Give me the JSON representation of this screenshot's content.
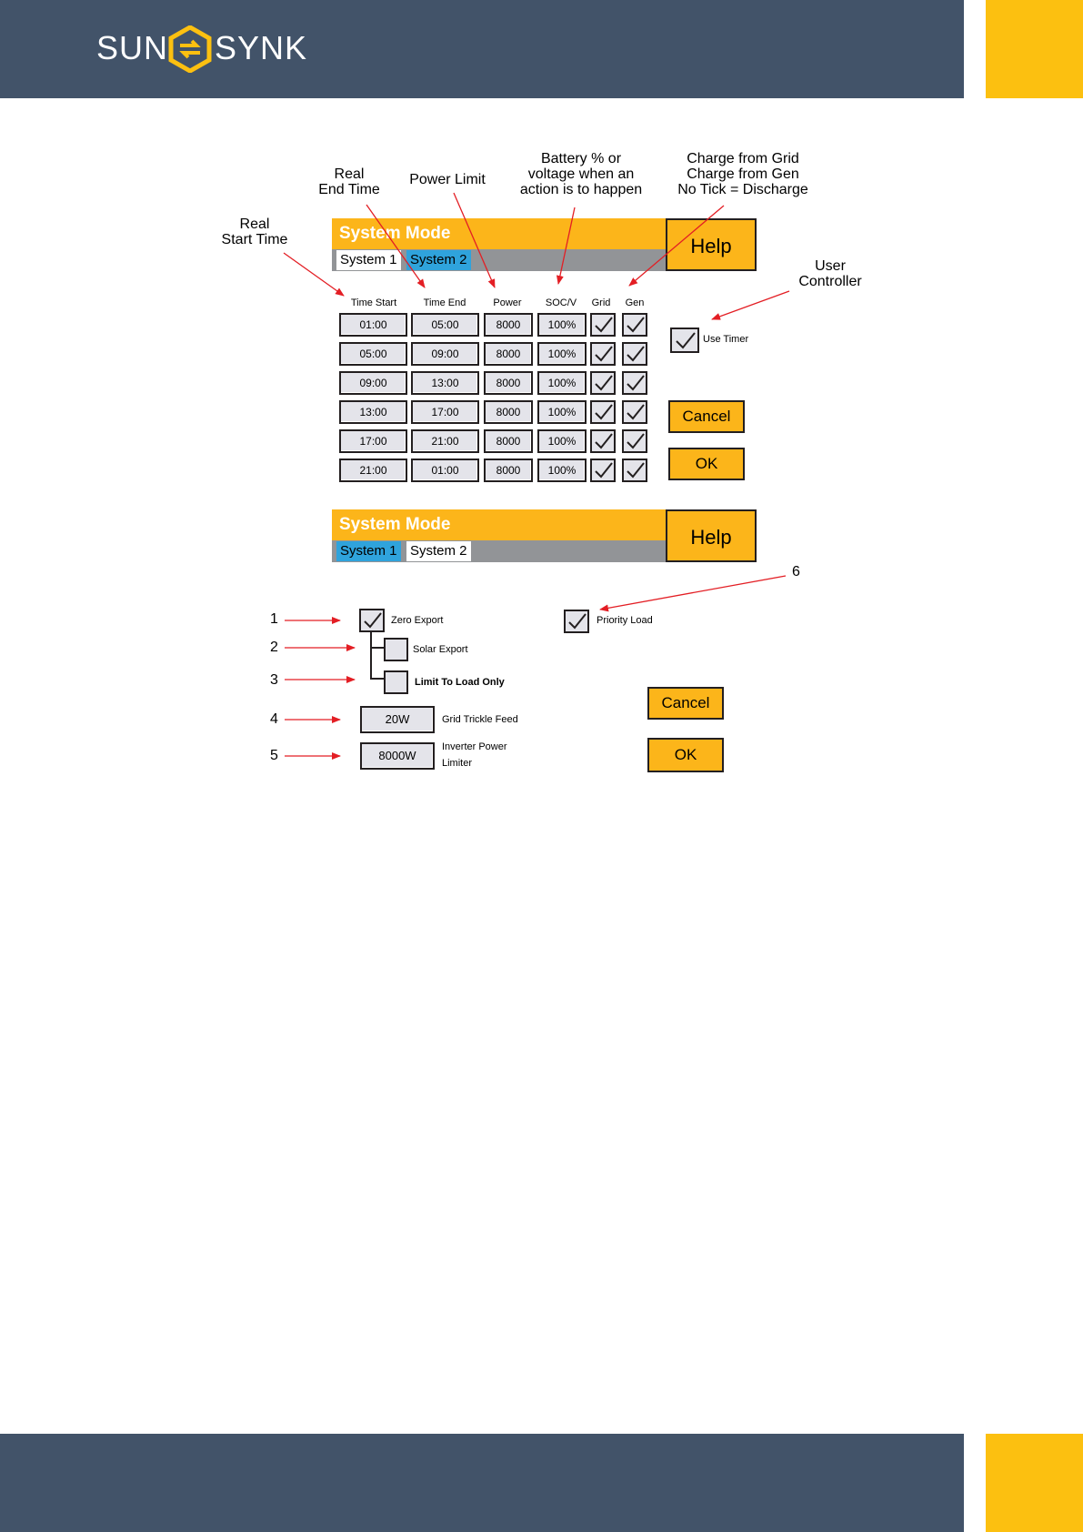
{
  "brand": {
    "logo_left": "SUN",
    "logo_right": "SYNK"
  },
  "annotations": {
    "real_start_time": "Real\nStart Time",
    "real_end_time": "Real\nEnd Time",
    "power_limit": "Power Limit",
    "battery": "Battery % or\nvoltage when an\naction is to happen",
    "charge": "Charge from Grid\nCharge from Gen\nNo Tick = Discharge",
    "user_controller": "User\nController"
  },
  "screen1": {
    "title": "System Mode",
    "tab1": "System 1",
    "tab2": "System 2",
    "help": "Help",
    "headers": {
      "time_start": "Time Start",
      "time_end": "Time End",
      "power": "Power",
      "socv": "SOC/V",
      "grid": "Grid",
      "gen": "Gen"
    },
    "rows": [
      {
        "start": "01:00",
        "end": "05:00",
        "power": "8000",
        "soc": "100%",
        "grid": true,
        "gen": true
      },
      {
        "start": "05:00",
        "end": "09:00",
        "power": "8000",
        "soc": "100%",
        "grid": true,
        "gen": true
      },
      {
        "start": "09:00",
        "end": "13:00",
        "power": "8000",
        "soc": "100%",
        "grid": true,
        "gen": true
      },
      {
        "start": "13:00",
        "end": "17:00",
        "power": "8000",
        "soc": "100%",
        "grid": true,
        "gen": true
      },
      {
        "start": "17:00",
        "end": "21:00",
        "power": "8000",
        "soc": "100%",
        "grid": true,
        "gen": true
      },
      {
        "start": "21:00",
        "end": "01:00",
        "power": "8000",
        "soc": "100%",
        "grid": true,
        "gen": true
      }
    ],
    "use_timer": "Use Timer",
    "cancel": "Cancel",
    "ok": "OK"
  },
  "screen2": {
    "title": "System Mode",
    "tab1": "System 1",
    "tab2": "System 2",
    "help": "Help",
    "zero_export": "Zero Export",
    "solar_export": "Solar Export",
    "limit_to_load": "Limit To Load Only",
    "grid_trickle_value": "20W",
    "grid_trickle_label": "Grid Trickle Feed",
    "inverter_power_value": "8000W",
    "inverter_power_label_1": "Inverter Power",
    "inverter_power_label_2": "Limiter",
    "priority_load": "Priority Load",
    "cancel": "Cancel",
    "ok": "OK",
    "numbers": [
      "1",
      "2",
      "3",
      "4",
      "5",
      "6"
    ]
  },
  "colors": {
    "navy": "#425369",
    "accent": "#fcc010",
    "orange": "#fcb51a",
    "blue_tab": "#2fa3dc",
    "gray_bar": "#929497",
    "arrow_red": "#e31e24"
  }
}
